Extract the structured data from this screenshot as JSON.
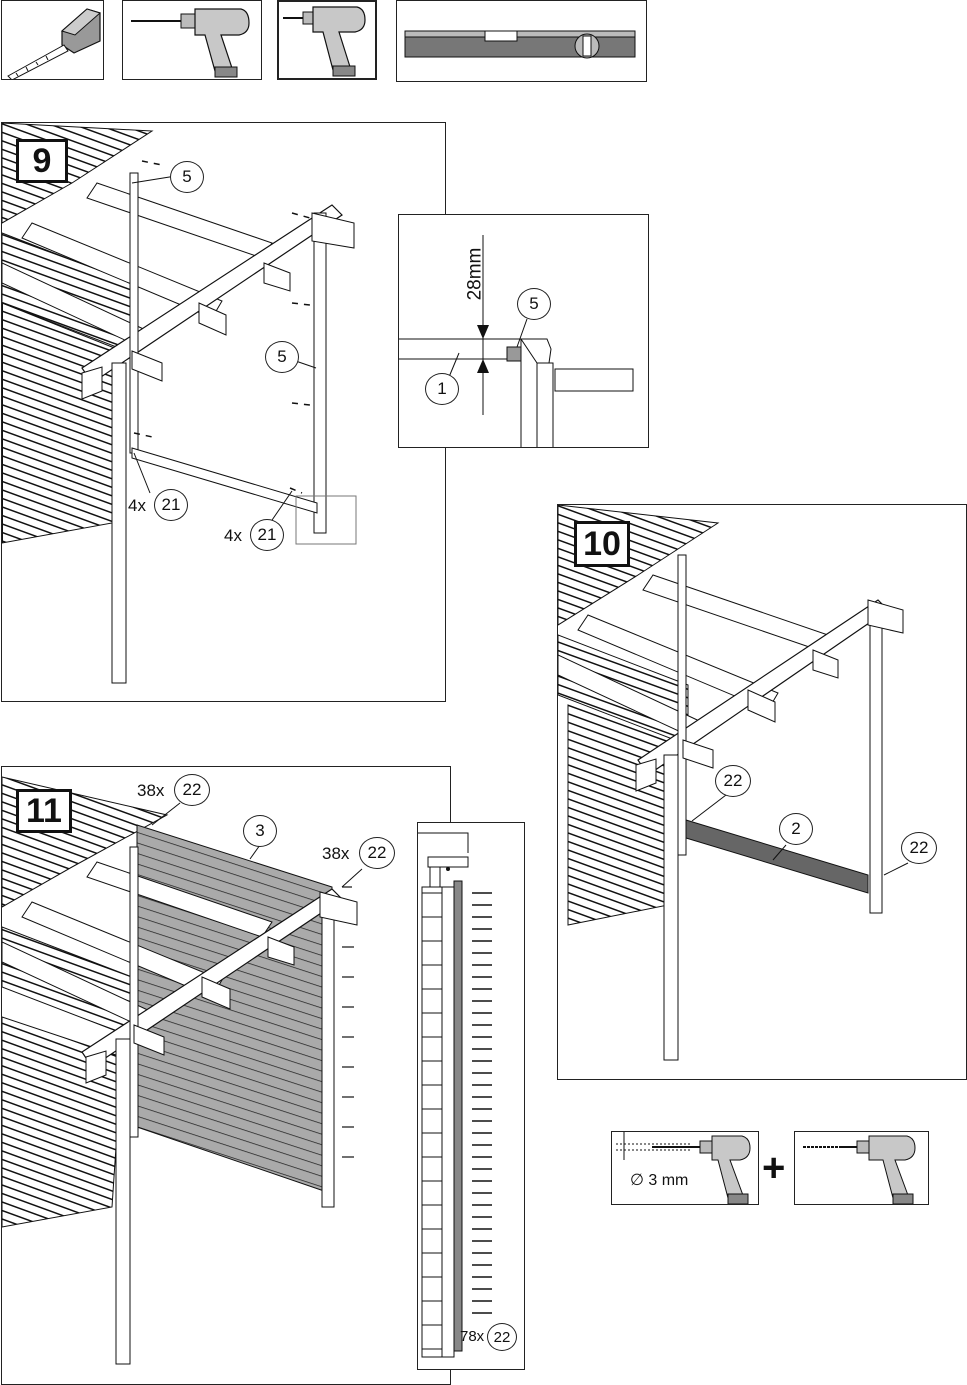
{
  "steps": {
    "s9": "9",
    "s10": "10",
    "s11": "11"
  },
  "step9": {
    "callout_top": "5",
    "callout_mid": "5",
    "qty_left": "4x",
    "part_left": "21",
    "qty_right": "4x",
    "part_right": "21"
  },
  "detail": {
    "dimension": "28mm",
    "part_a": "5",
    "part_b": "1"
  },
  "step10": {
    "callout_left": "22",
    "callout_mid": "2",
    "callout_right": "22"
  },
  "step11": {
    "qty_top": "38x",
    "part_top": "22",
    "callout_board": "3",
    "qty_right": "38x",
    "part_right": "22"
  },
  "side_detail": {
    "qty": "78x",
    "part": "22"
  },
  "drill": {
    "diameter": "∅ 3 mm",
    "plus": "+"
  }
}
